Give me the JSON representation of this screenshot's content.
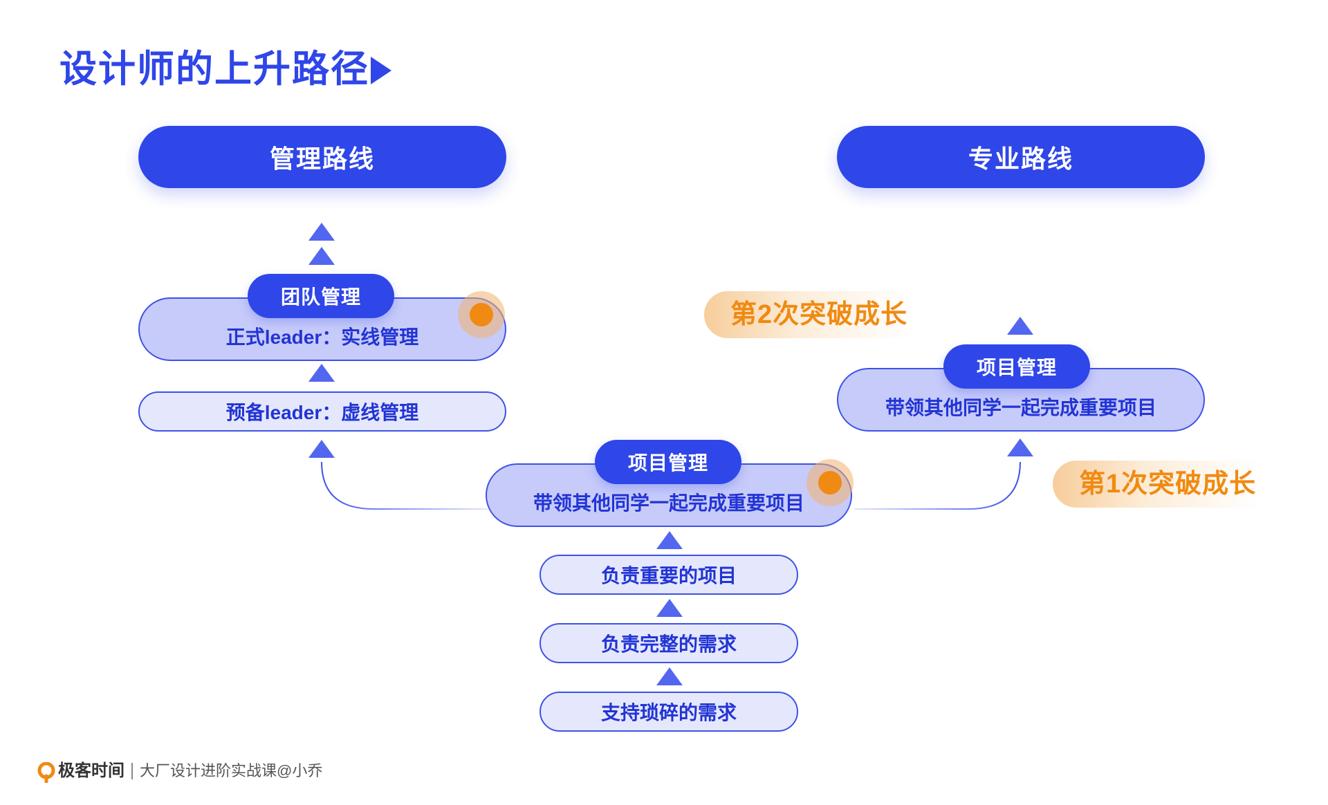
{
  "title": "设计师的上升路径",
  "routes": {
    "management": "管理路线",
    "professional": "专业路线"
  },
  "management": {
    "formal_tag": "团队管理",
    "formal_desc": "正式leader：实线管理",
    "reserve_desc": "预备leader：虚线管理"
  },
  "professional": {
    "tag": "项目管理",
    "desc": "带领其他同学一起完成重要项目"
  },
  "center": {
    "tag": "项目管理",
    "desc": "带领其他同学一起完成重要项目",
    "steps": [
      "负责重要的项目",
      "负责完整的需求",
      "支持琐碎的需求"
    ]
  },
  "callouts": {
    "second": "第2次突破成长",
    "first": "第1次突破成长"
  },
  "footer": {
    "brand": "极客时间",
    "course": "大厂设计进阶实战课@小乔"
  },
  "colors": {
    "primary": "#2f46e8",
    "pill_dark": "#c7cbfa",
    "pill_light": "#e5e8fd",
    "accent_orange": "#f08a12"
  }
}
